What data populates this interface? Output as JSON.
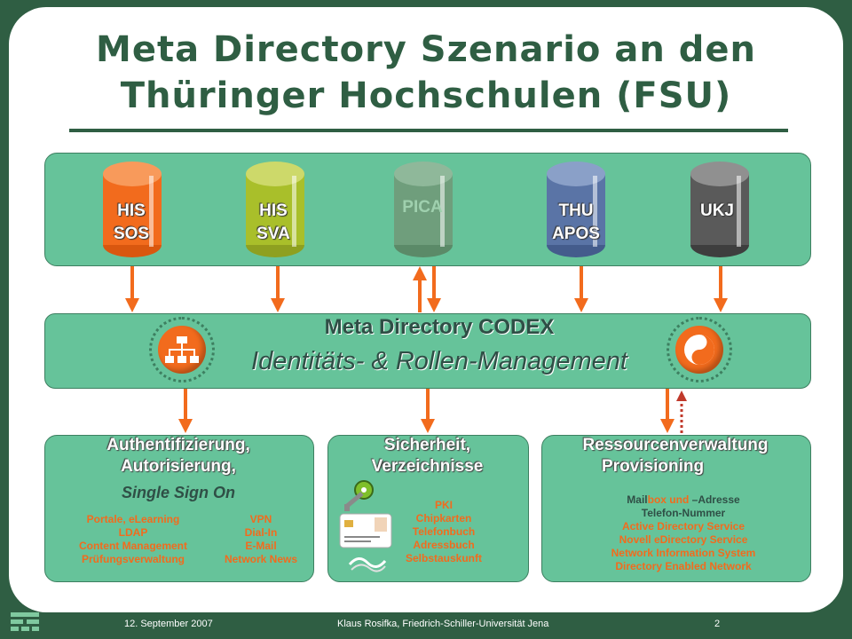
{
  "title": {
    "line1": "Meta Directory Szenario an den",
    "line2": "Thüringer Hochschulen (FSU)"
  },
  "sources": [
    {
      "line1": "HIS",
      "line2": "SOS",
      "color": "#f26b1d"
    },
    {
      "line1": "HIS",
      "line2": "SVA",
      "color": "#a9bf2a"
    },
    {
      "line1": "PICA",
      "line2": "",
      "color": "#6f9e7c"
    },
    {
      "line1": "THU",
      "line2": "APOS",
      "color": "#5a74a6"
    },
    {
      "line1": "UKJ",
      "line2": "",
      "color": "#5a5a5a"
    }
  ],
  "codex": {
    "title": "Meta Directory CODEX",
    "subtitle": "Identitäts- & Rollen-Management"
  },
  "auth": {
    "title1": "Authentifizierung,",
    "title2": "Autorisierung,",
    "subtitle": "Single Sign On",
    "left": [
      "Portale, eLearning",
      "LDAP",
      "Content Management",
      "Prüfungsverwaltung"
    ],
    "right": [
      "VPN",
      "Dial-In",
      "E-Mail",
      "Network News"
    ]
  },
  "security": {
    "title1": "Sicherheit,",
    "title2": "Verzeichnisse",
    "items": [
      "PKI",
      "Chipkarten",
      "Telefonbuch",
      "Adressbuch",
      "Selbstauskunft"
    ]
  },
  "resources": {
    "title1": "Ressourcenverwaltung",
    "title2": "Provisioning",
    "mail_dark": "Mail",
    "mail_orange": "box und ",
    "mail_dark2": "–Adresse",
    "items": [
      "Telefon-Nummer",
      "Active Directory Service",
      "Novell eDirectory Service",
      "Network Information System",
      "Directory Enabled Network"
    ]
  },
  "footer": {
    "date": "12. September 2007",
    "author": "Klaus Rosifka, Friedrich-Schiller-Universität Jena",
    "page": "2"
  },
  "colors": {
    "accent": "#f26b1d",
    "panel": "#66c39a",
    "frame": "#2f5e43"
  }
}
